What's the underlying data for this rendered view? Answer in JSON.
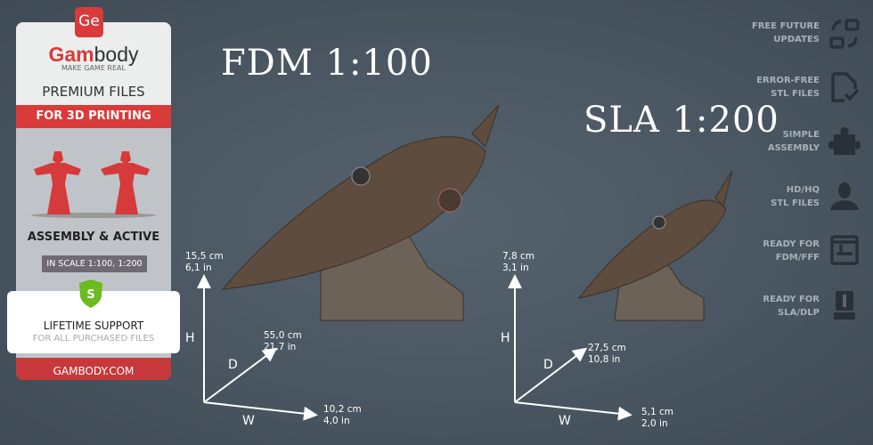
{
  "sidebar_card": {
    "logo_badge": "Ge",
    "brand_red": "Gam",
    "brand_dark": "body",
    "tagline": "MAKE GAME REAL",
    "premium": "PREMIUM FILES",
    "for_printing": "FOR 3D PRINTING",
    "assembly": "ASSEMBLY & ACTIVE",
    "scale": "IN SCALE 1:100, 1:200",
    "shield_letter": "S",
    "support_title": "LIFETIME SUPPORT",
    "support_sub": "FOR ALL PURCHASED FILES",
    "site": "GAMBODY.COM",
    "accent": "#d93a3a"
  },
  "models": [
    {
      "title": "FDM 1:100",
      "height_cm": "15,5 cm",
      "height_in": "6,1 in",
      "depth_cm": "55,0 cm",
      "depth_in": "21,7 in",
      "width_cm": "10,2 cm",
      "width_in": "4,0 in"
    },
    {
      "title": "SLA 1:200",
      "height_cm": "7,8 cm",
      "height_in": "3,1 in",
      "depth_cm": "27,5 cm",
      "depth_in": "10,8 in",
      "width_cm": "5,1 cm",
      "width_in": "2,0 in"
    }
  ],
  "axes": {
    "h": "H",
    "d": "D",
    "w": "W"
  },
  "features": [
    {
      "line1": "FREE FUTURE",
      "line2": "UPDATES",
      "icon": "updates-icon"
    },
    {
      "line1": "ERROR-FREE",
      "line2": "STL FILES",
      "icon": "file-check-icon"
    },
    {
      "line1": "SIMPLE",
      "line2": "ASSEMBLY",
      "icon": "puzzle-icon"
    },
    {
      "line1": "HD/HQ",
      "line2": "STL FILES",
      "icon": "ironman-icon"
    },
    {
      "line1": "READY FOR",
      "line2": "FDM/FFF",
      "icon": "fdm-printer-icon"
    },
    {
      "line1": "READY FOR",
      "line2": "SLA/DLP",
      "icon": "sla-printer-icon"
    }
  ]
}
